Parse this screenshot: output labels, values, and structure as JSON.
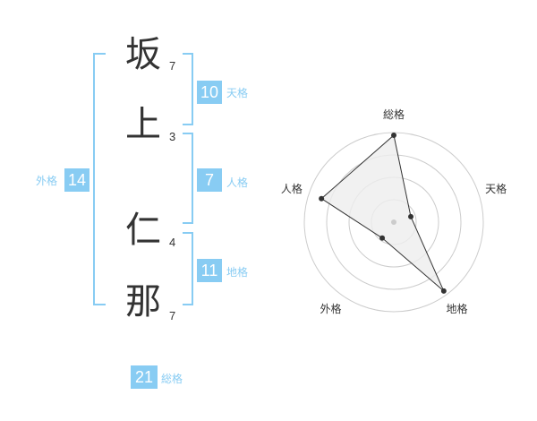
{
  "name": {
    "chars": [
      {
        "char": "坂",
        "strokes": "7"
      },
      {
        "char": "上",
        "strokes": "3"
      },
      {
        "char": "仁",
        "strokes": "4"
      },
      {
        "char": "那",
        "strokes": "7"
      }
    ]
  },
  "kaku": {
    "tenkaku": {
      "value": "10",
      "label": "天格"
    },
    "jinkaku": {
      "value": "7",
      "label": "人格"
    },
    "chikaku": {
      "value": "11",
      "label": "地格"
    },
    "gaikaku": {
      "value": "14",
      "label": "外格"
    },
    "soukaku": {
      "value": "21",
      "label": "総格"
    }
  },
  "radar": {
    "axes": [
      "総格",
      "天格",
      "地格",
      "外格",
      "人格"
    ],
    "values": [
      0.97,
      0.2,
      0.95,
      0.22,
      0.85
    ],
    "max": 1,
    "rings": 4,
    "colors": {
      "ring": "#cccccc",
      "fill": "#eeeeee",
      "stroke": "#333333",
      "point": "#333333",
      "center": "#cccccc"
    }
  }
}
